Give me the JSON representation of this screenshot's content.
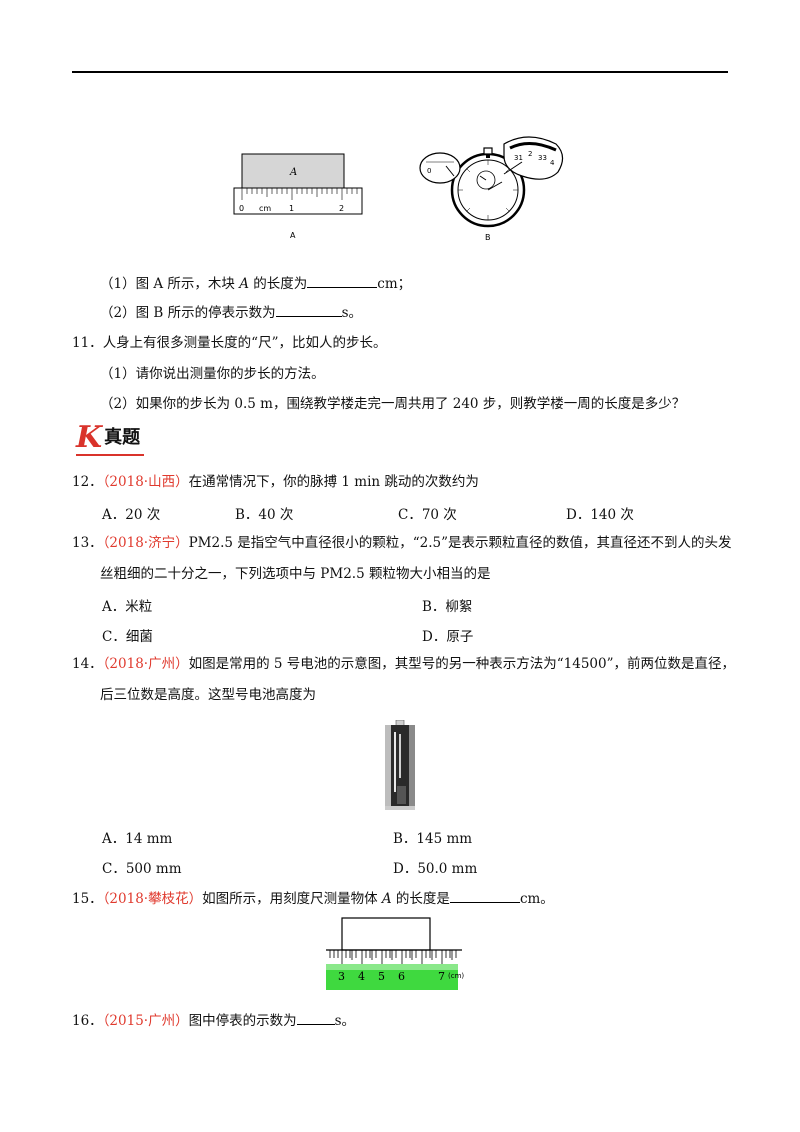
{
  "fig_A": {
    "block_label": "A",
    "ruler_labels": [
      "0",
      "cm",
      "1",
      "2"
    ],
    "caption": "A"
  },
  "fig_B": {
    "caption": "B",
    "dial_digits": [
      "0",
      "31",
      "2",
      "33",
      "4"
    ]
  },
  "q10": {
    "p1_pre": "（1）图 A 所示，木块 ",
    "p1_var": "A",
    "p1_post": " 的长度为",
    "p1_unit": "cm；",
    "p2_pre": "（2）图 B 所示的停表示数为",
    "p2_unit": "s。"
  },
  "q11": {
    "num": "11．",
    "text": "人身上有很多测量长度的“尺”，比如人的步长。",
    "p1": "（1）请你说出测量你的步长的方法。",
    "p2": "（2）如果你的步长为 0.5 m，围绕教学楼走完一周共用了 240 步，则教学楼一周的长度是多少？"
  },
  "section": {
    "letter": "K",
    "title": "真题"
  },
  "q12": {
    "num": "12．",
    "source": "（2018·山西）",
    "text": "在通常情况下，你的脉搏 1 min 跳动的次数约为",
    "options": [
      "A．20 次",
      "B．40 次",
      "C．70 次",
      "D．140 次"
    ]
  },
  "q13": {
    "num": "13．",
    "source": "（2018·济宁）",
    "text1": "PM2.5 是指空气中直径很小的颗粒，“2.5”是表示颗粒直径的数值，其直径还不到人的头发",
    "text2": "丝粗细的二十分之一，下列选项中与 PM2.5 颗粒物大小相当的是",
    "options": [
      "A．米粒",
      "B．柳絮",
      "C．细菌",
      "D．原子"
    ]
  },
  "q14": {
    "num": "14．",
    "source": "（2018·广州）",
    "text1": "如图是常用的 5 号电池的示意图，其型号的另一种表示方法为“14500”，前两位数是直径，",
    "text2": "后三位数是高度。这型号电池高度为",
    "options": [
      "A．14  mm",
      "B．145  mm",
      "C．500  mm",
      "D．50.0  mm"
    ]
  },
  "q15": {
    "num": "15．",
    "source": "（2018·攀枝花）",
    "text_pre": "如图所示，用刻度尺测量物体 ",
    "var": "A",
    "text_post": " 的长度是",
    "unit": "cm。",
    "ruler_labels": [
      "3",
      "4",
      "5",
      "6",
      "7",
      "(cm)"
    ]
  },
  "q16": {
    "num": "16．",
    "source": "（2015·广州）",
    "text": "图中停表的示数为",
    "unit": "s。"
  }
}
